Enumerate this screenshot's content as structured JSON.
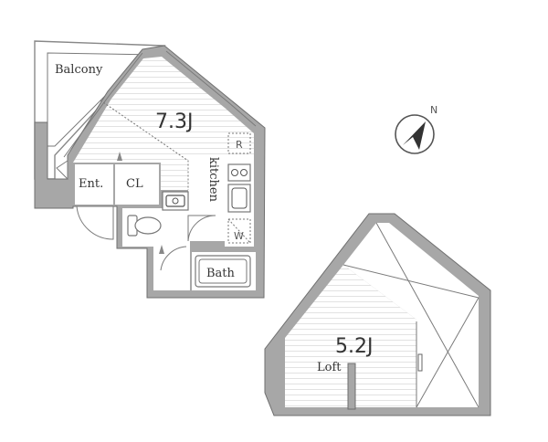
{
  "rooms": {
    "main_room": "7.3J",
    "balcony": "Balcony",
    "entrance": "Ent.",
    "closet": "CL",
    "kitchen": "kitchen",
    "refrigerator": "R",
    "washer": "W",
    "bath": "Bath",
    "loft_size": "5.2J",
    "loft": "Loft"
  },
  "compass": {
    "north": "N"
  },
  "colors": {
    "wall": "#a7a7a7",
    "stripe": "#e2e2e2",
    "line": "#777777"
  }
}
